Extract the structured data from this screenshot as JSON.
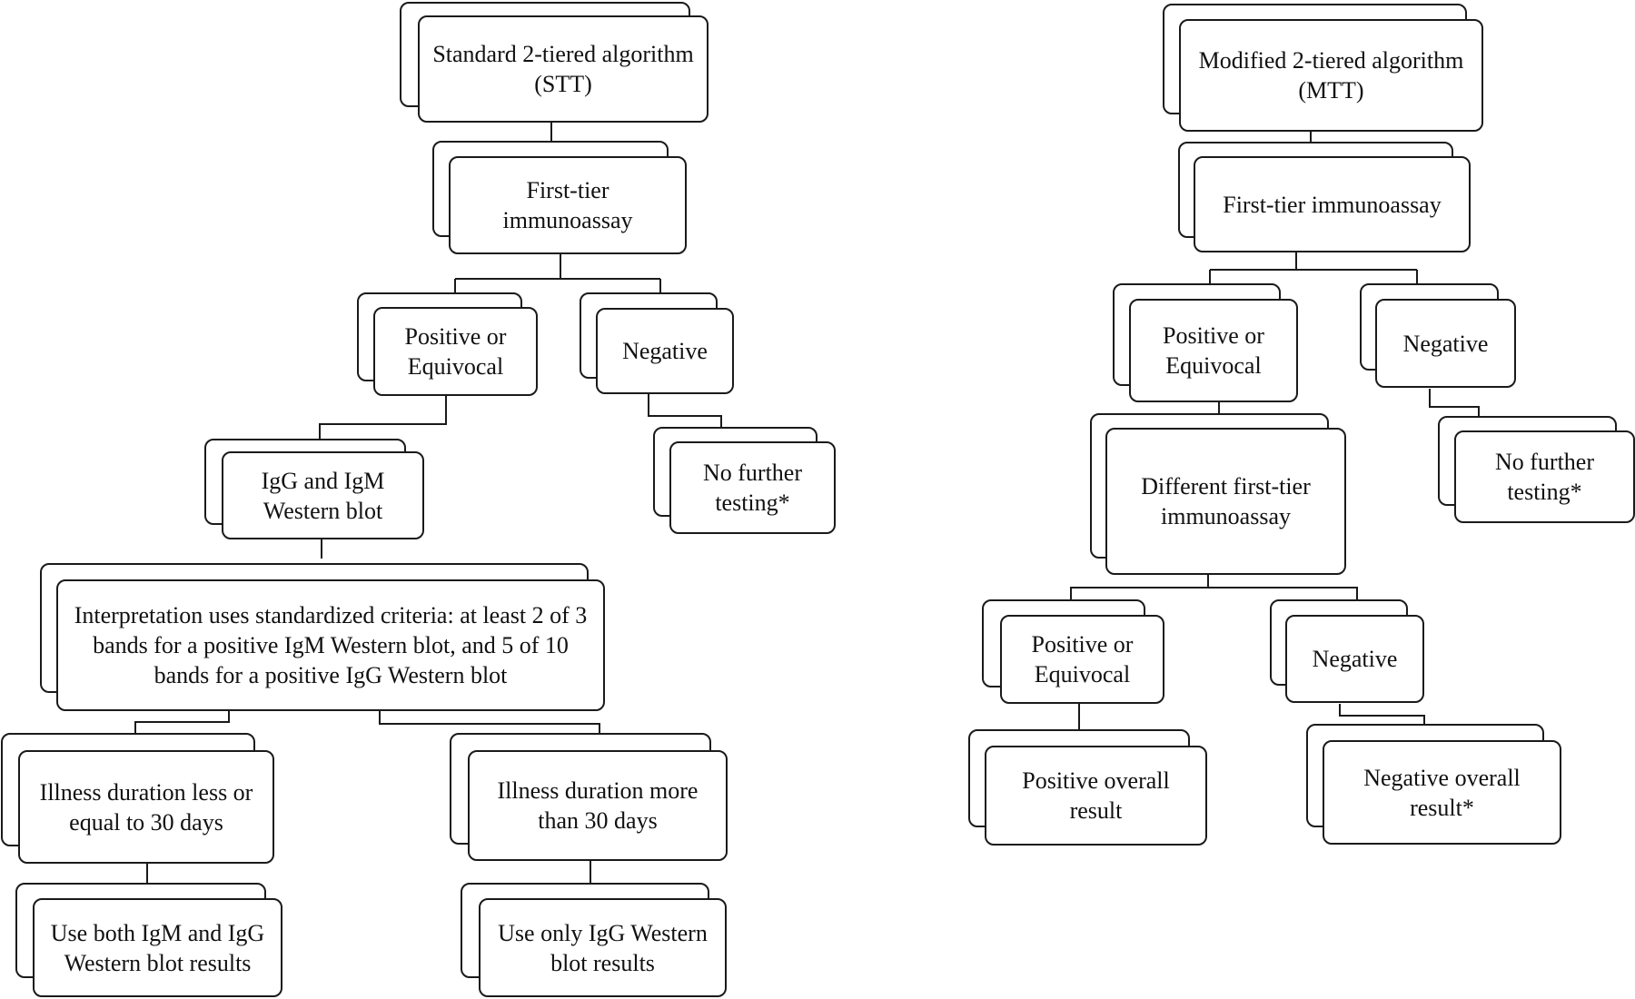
{
  "stt": {
    "title": "Standard 2-tiered algorithm (STT)",
    "first_tier": "First-tier immunoassay",
    "positive": "Positive or Equivocal",
    "negative": "Negative",
    "no_further": "No further testing*",
    "western_blot": "IgG and IgM Western blot",
    "interpretation": "Interpretation uses standardized criteria: at least 2 of 3 bands for a positive IgM Western blot, and 5 of 10 bands for a positive IgG Western blot",
    "duration_30": "Illness duration less or equal to 30 days",
    "duration_more": "Illness duration more than 30 days",
    "use_both": "Use both IgM and IgG Western blot results",
    "use_igg_only": "Use only IgG Western blot results"
  },
  "mtt": {
    "title": "Modified 2-tiered algorithm (MTT)",
    "first_tier": "First-tier immunoassay",
    "positive": "Positive or Equivocal",
    "negative": "Negative",
    "no_further": "No further testing*",
    "different_first_tier": "Different first-tier immunoassay",
    "positive_2": "Positive or Equivocal",
    "negative_2": "Negative",
    "positive_overall": "Positive overall result",
    "negative_overall": "Negative overall result*"
  }
}
